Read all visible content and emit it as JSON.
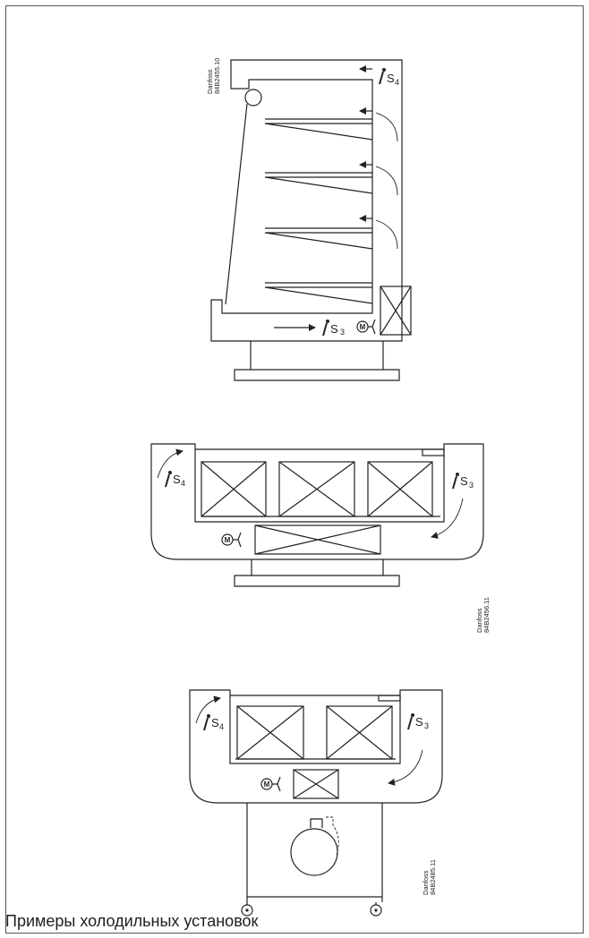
{
  "caption": "Примеры холодильных установок",
  "figures": {
    "upright": {
      "ref_line1": "Danfoss",
      "ref_line2": "84B2455.10",
      "sensor_s4": "S",
      "sensor_s4_sub": "4",
      "sensor_s3": "S",
      "sensor_s3_sub": "3",
      "motor": "M"
    },
    "island_large": {
      "ref_line1": "Danfoss",
      "ref_line2": "84B2456.11",
      "sensor_s4": "S",
      "sensor_s4_sub": "4",
      "sensor_s3": "S",
      "sensor_s3_sub": "3",
      "motor": "M"
    },
    "island_small": {
      "ref_line1": "Danfoss",
      "ref_line2": "84B2485.11",
      "sensor_s4": "S",
      "sensor_s4_sub": "4",
      "sensor_s3": "S",
      "sensor_s3_sub": "3",
      "motor": "M"
    }
  }
}
